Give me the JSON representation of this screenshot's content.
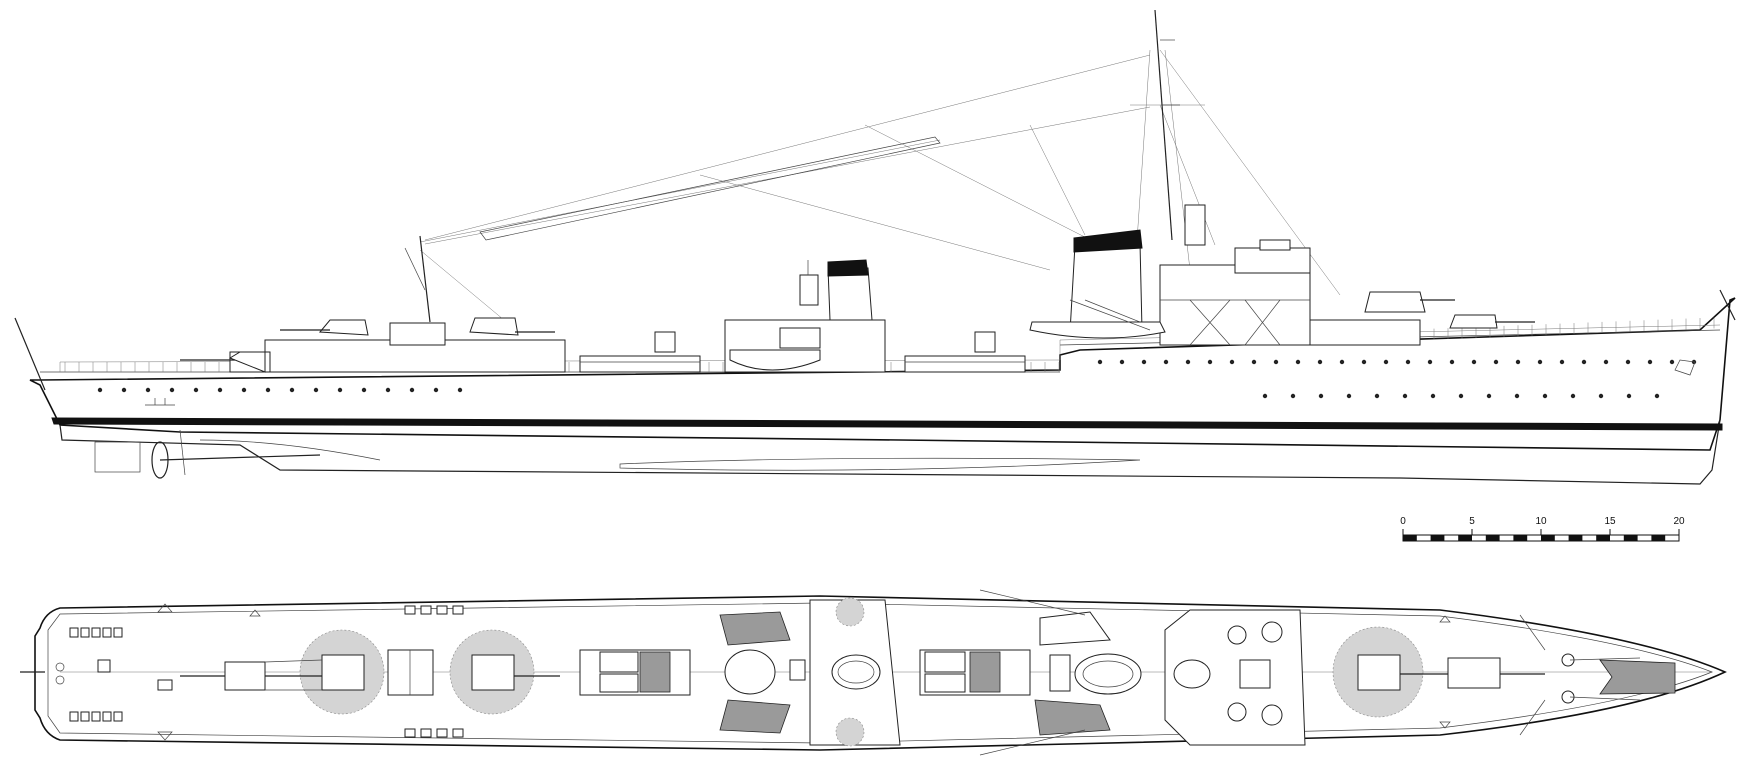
{
  "scale_bar": {
    "labels": [
      "0",
      "5",
      "10",
      "15",
      "20"
    ],
    "fill_color": "#111111"
  },
  "colors": {
    "line": "#222222",
    "boot_topping": "#111111",
    "funnel_cap": "#111111",
    "background": "#ffffff"
  }
}
